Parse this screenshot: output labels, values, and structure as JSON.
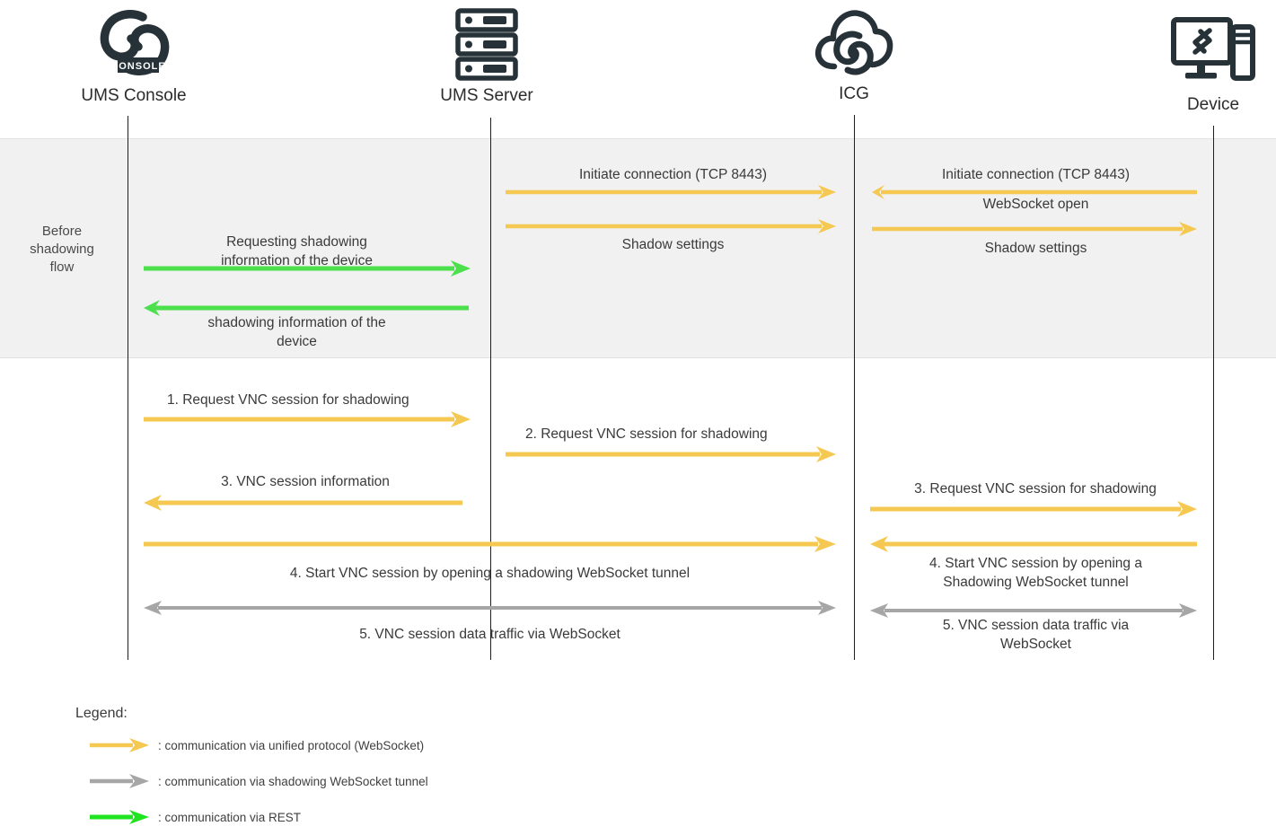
{
  "diagram": {
    "title": "Shadowing sequence diagram",
    "colors": {
      "unified_protocol": "#F5C851",
      "shadowing_tunnel": "#A6A6A6",
      "rest": "#4CE04C",
      "lifeline": "#1f1f1f",
      "band_fill": "#f1f1f1",
      "text": "#3a3a3a"
    }
  },
  "actors": [
    {
      "id": "ums-console",
      "label": "UMS Console",
      "icon": "ums-console-logo-icon"
    },
    {
      "id": "ums-server",
      "label": "UMS Server",
      "icon": "server-rack-icon"
    },
    {
      "id": "icg",
      "label": "ICG",
      "icon": "cloud-gateway-icon"
    },
    {
      "id": "device",
      "label": "Device",
      "icon": "monitor-device-icon"
    }
  ],
  "phase_band": {
    "label": "Before\nshadowing\nflow"
  },
  "messages": [
    {
      "id": "m-initiate-connection-server",
      "text": "Initiate connection (TCP 8443)",
      "type": "unified_protocol",
      "direction": "right",
      "from": "ums-server",
      "to": "icg"
    },
    {
      "id": "m-initiate-connection-device",
      "text": "Initiate connection (TCP 8443)",
      "type": "unified_protocol",
      "direction": "left",
      "from": "device",
      "to": "icg"
    },
    {
      "id": "m-websocket-open",
      "text": "WebSocket open",
      "type": "unified_protocol",
      "direction": "right",
      "from": "icg",
      "to": "device"
    },
    {
      "id": "m-shadow-settings-server",
      "text": "Shadow settings",
      "type": "unified_protocol",
      "direction": "right",
      "from": "ums-server",
      "to": "icg"
    },
    {
      "id": "m-shadow-settings-device",
      "text": "Shadow settings",
      "type": "unified_protocol",
      "direction": "right",
      "from": "icg",
      "to": "device"
    },
    {
      "id": "m-requesting-shadowing-info",
      "text": "Requesting shadowing\ninformation of the device",
      "type": "rest",
      "direction": "right",
      "from": "ums-console",
      "to": "ums-server"
    },
    {
      "id": "m-shadowing-info",
      "text": "shadowing information of the\ndevice",
      "type": "rest",
      "direction": "left",
      "from": "ums-server",
      "to": "ums-console"
    },
    {
      "id": "m-step1",
      "text": "1.   Request VNC session for shadowing",
      "type": "unified_protocol",
      "direction": "right",
      "from": "ums-console",
      "to": "ums-server"
    },
    {
      "id": "m-step2",
      "text": "2.   Request VNC session for shadowing",
      "type": "unified_protocol",
      "direction": "right",
      "from": "ums-server",
      "to": "icg"
    },
    {
      "id": "m-step3-console",
      "text": "3.   VNC session information",
      "type": "unified_protocol",
      "direction": "left",
      "from": "ums-server",
      "to": "ums-console"
    },
    {
      "id": "m-step3-device",
      "text": "3.   Request VNC session for shadowing",
      "type": "unified_protocol",
      "direction": "right",
      "from": "icg",
      "to": "device"
    },
    {
      "id": "m-step4-left",
      "text": "4.   Start VNC session by opening a shadowing WebSocket tunnel",
      "type": "unified_protocol",
      "direction": "right",
      "from": "ums-console",
      "to": "icg"
    },
    {
      "id": "m-step4-right",
      "text": "4.   Start VNC session by opening a\nShadowing WebSocket tunnel",
      "type": "unified_protocol",
      "direction": "left",
      "from": "device",
      "to": "icg"
    },
    {
      "id": "m-step5-left",
      "text": "5.   VNC session data traffic via WebSocket",
      "type": "shadowing_tunnel",
      "direction": "both",
      "from": "ums-console",
      "to": "icg"
    },
    {
      "id": "m-step5-right",
      "text": "5.   VNC session data traffic via\nWebSocket",
      "type": "shadowing_tunnel",
      "direction": "both",
      "from": "icg",
      "to": "device"
    }
  ],
  "legend": {
    "title": "Legend:",
    "items": [
      {
        "id": "legend-unified",
        "color_key": "unified_protocol",
        "text": ": communication via unified protocol (WebSocket)"
      },
      {
        "id": "legend-shadowing",
        "color_key": "shadowing_tunnel",
        "text": ": communication via shadowing WebSocket tunnel"
      },
      {
        "id": "legend-rest",
        "color_key": "rest",
        "text": ": communication via REST"
      }
    ]
  }
}
